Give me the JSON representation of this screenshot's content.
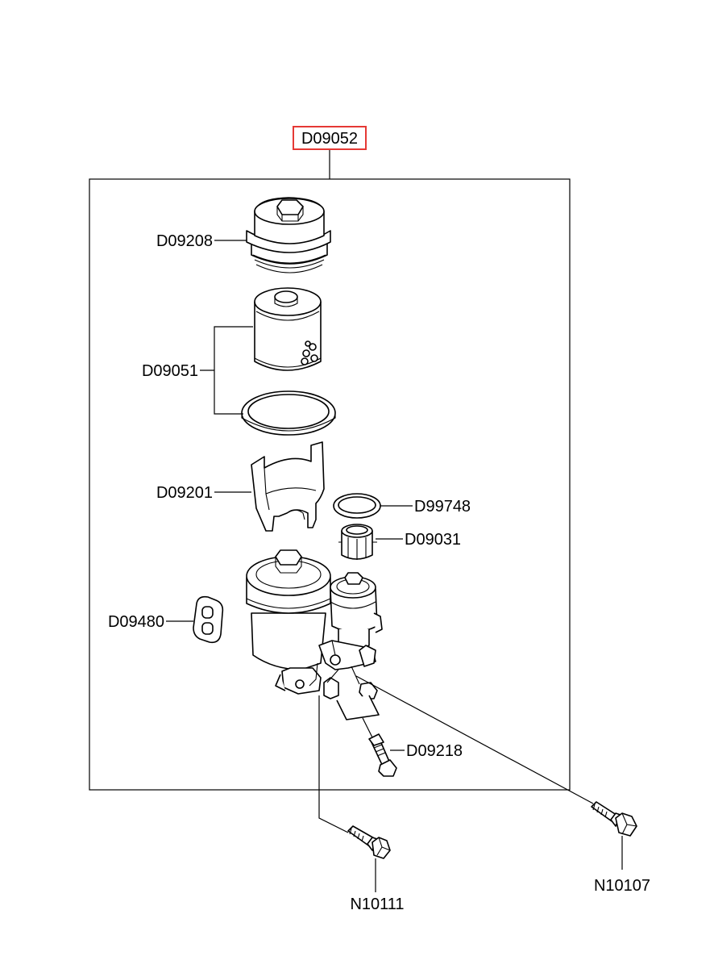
{
  "assembly": {
    "label": "D09052",
    "highlight_color": "#e53935"
  },
  "callouts": {
    "cap": "D09208",
    "filter": "D09051",
    "holder": "D09201",
    "o_ring": "D99748",
    "strainer": "D09031",
    "seal_plate": "D09480",
    "nipple": "D09218",
    "bolt_left": "N10111",
    "bolt_right": "N10107"
  }
}
